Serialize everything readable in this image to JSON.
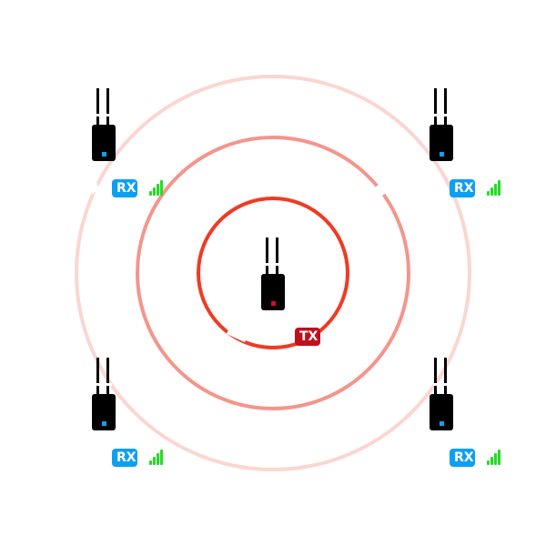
{
  "diagram": {
    "title": "",
    "colors": {
      "ring_inner": "#f03a24",
      "ring_middle": "#f4958c",
      "ring_outer": "#fbd6d1",
      "device_body": "#000000",
      "tx_led": "#d0101e",
      "rx_led": "#0ea0f0",
      "rx_badge": "#0ea0f0",
      "tx_badge": "#c0101e",
      "signal_bars": "#22dd22"
    },
    "rings": [
      {
        "name": "inner",
        "level": 1
      },
      {
        "name": "middle",
        "level": 2
      },
      {
        "name": "outer",
        "level": 3
      }
    ],
    "transmitter": {
      "label": "TX",
      "icon": "router-antenna-icon"
    },
    "receivers": [
      {
        "id": "top-left",
        "label": "RX",
        "signal_bars": 4,
        "icon": "router-antenna-icon"
      },
      {
        "id": "top-right",
        "label": "RX",
        "signal_bars": 4,
        "icon": "router-antenna-icon"
      },
      {
        "id": "bottom-left",
        "label": "RX",
        "signal_bars": 4,
        "icon": "router-antenna-icon"
      },
      {
        "id": "bottom-right",
        "label": "RX",
        "signal_bars": 4,
        "icon": "router-antenna-icon"
      }
    ]
  }
}
